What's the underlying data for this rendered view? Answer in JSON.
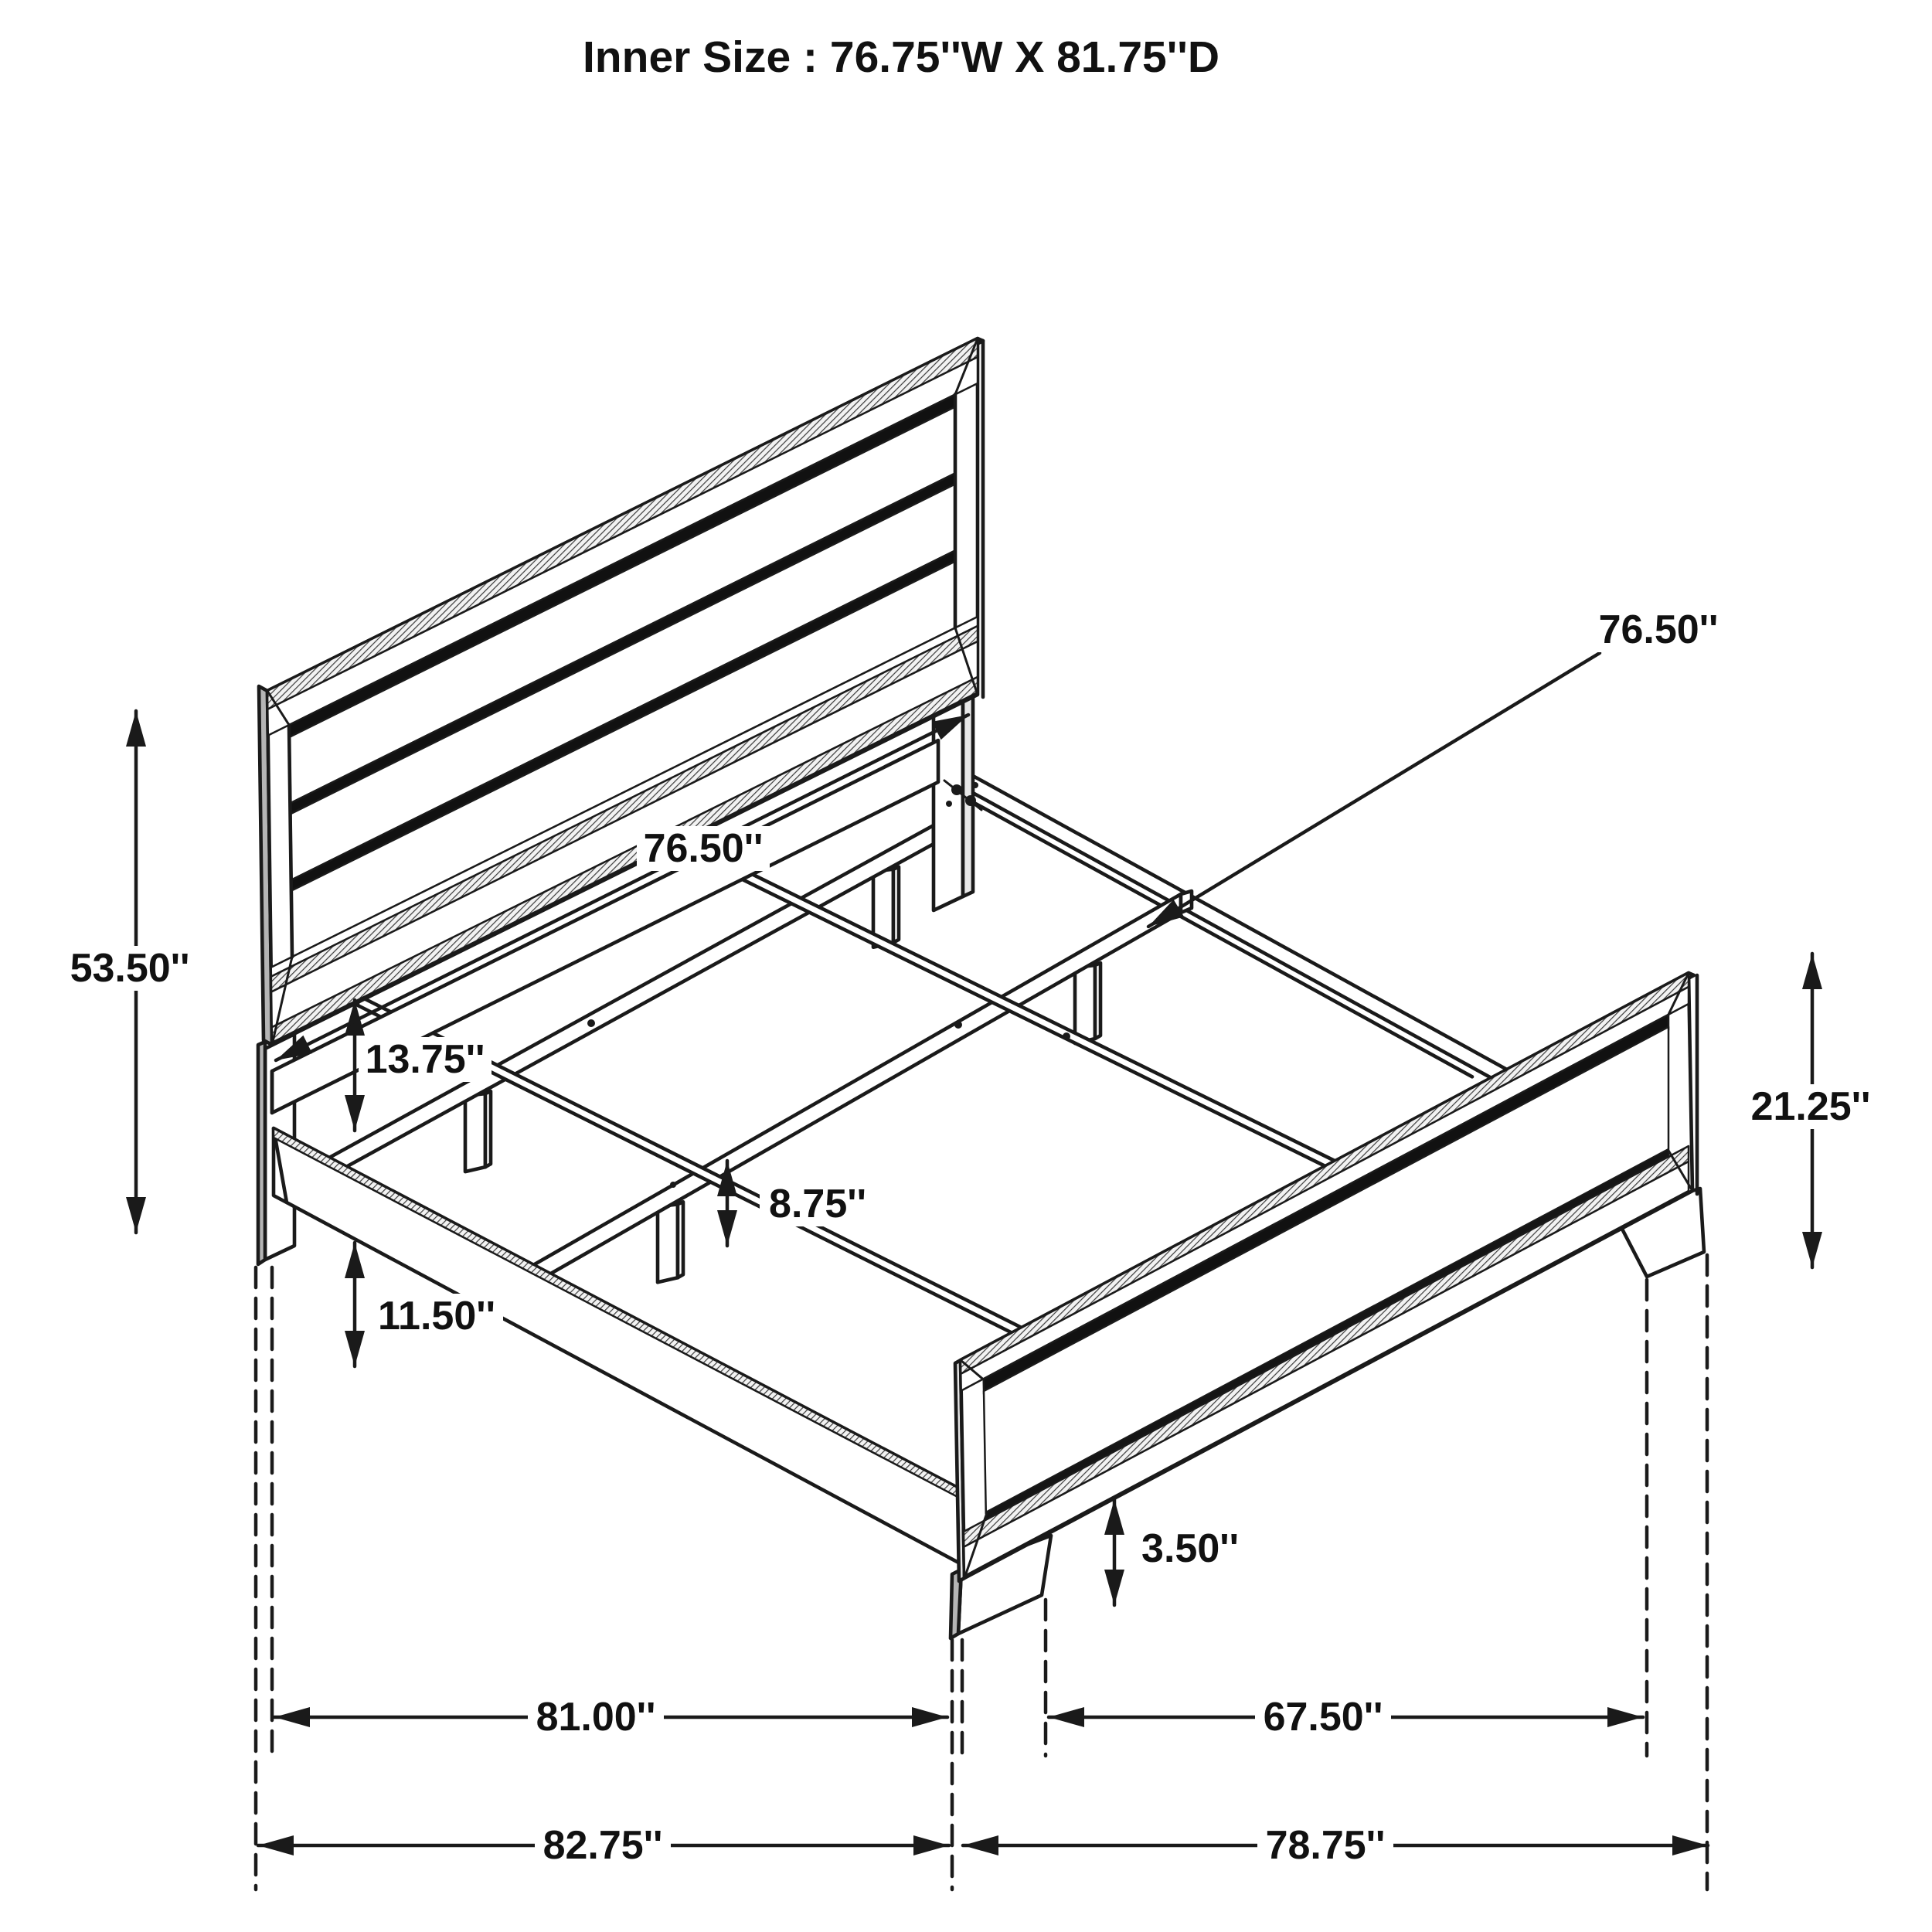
{
  "title": "Inner Size : 76.75''W X 81.75''D",
  "diagram": {
    "type": "isometric bed frame dimension drawing",
    "units": "inches",
    "labels": {
      "inner_width_1": "76.50''",
      "inner_width_2": "76.50''",
      "headboard_height": "53.50''",
      "headboard_panel_gap": "13.75''",
      "support_height": "8.75''",
      "rail_clearance": "11.50''",
      "footboard_height": "21.25''",
      "foot_height": "3.50''",
      "side_rail_length": "81.00''",
      "footboard_inner_width": "67.50''",
      "overall_depth": "82.75''",
      "overall_width": "78.75''"
    },
    "dimensions_in": {
      "inner_width": 76.75,
      "inner_depth": 81.75,
      "headboard_slat_span": 76.5,
      "headboard_height": 53.5,
      "headboard_panel_gap": 13.75,
      "support_height": 8.75,
      "rail_clearance": 11.5,
      "footboard_height": 21.25,
      "foot_height": 3.5,
      "side_rail_length": 81.0,
      "footboard_inner_width": 67.5,
      "overall_depth": 82.75,
      "overall_width": 78.75
    }
  }
}
